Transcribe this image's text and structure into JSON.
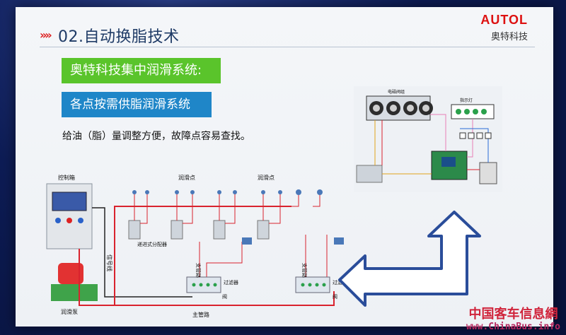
{
  "slide": {
    "title": "02.自动换脂技术",
    "chevrons": "»»",
    "brand_name": "AUTOL",
    "brand_sub": "奥特科技"
  },
  "boxes": {
    "green": "奥特科技集中润滑系统:",
    "blue": "各点按需供脂润滑系统"
  },
  "description": "给油（脂）量调整方便，故障点容易查找。",
  "left_diagram": {
    "control_box": "控制箱",
    "lube_pump": "润滑泵",
    "signal_line": "信号线",
    "lube_point_1": "润滑点",
    "lube_point_2": "润滑点",
    "distributor": "递进式分配器",
    "branch_1": "支管路",
    "branch_2": "支管路",
    "filter_1": "过滤器",
    "filter_2": "过滤器",
    "main_pipe": "主管路",
    "valve_1": "阀",
    "valve_2": "阀"
  },
  "right_diagram": {
    "top_label": "电磁阀组",
    "lights_label": "指示灯"
  },
  "watermark": {
    "text": "中国客车信息網",
    "url": "www.ChinaBus.info"
  },
  "colors": {
    "green_box": "#5ac42b",
    "blue_box": "#1f86c8",
    "pipe_red": "#d9232e",
    "arrow_blue": "#2a4d9a",
    "brand_red": "#d11111"
  }
}
